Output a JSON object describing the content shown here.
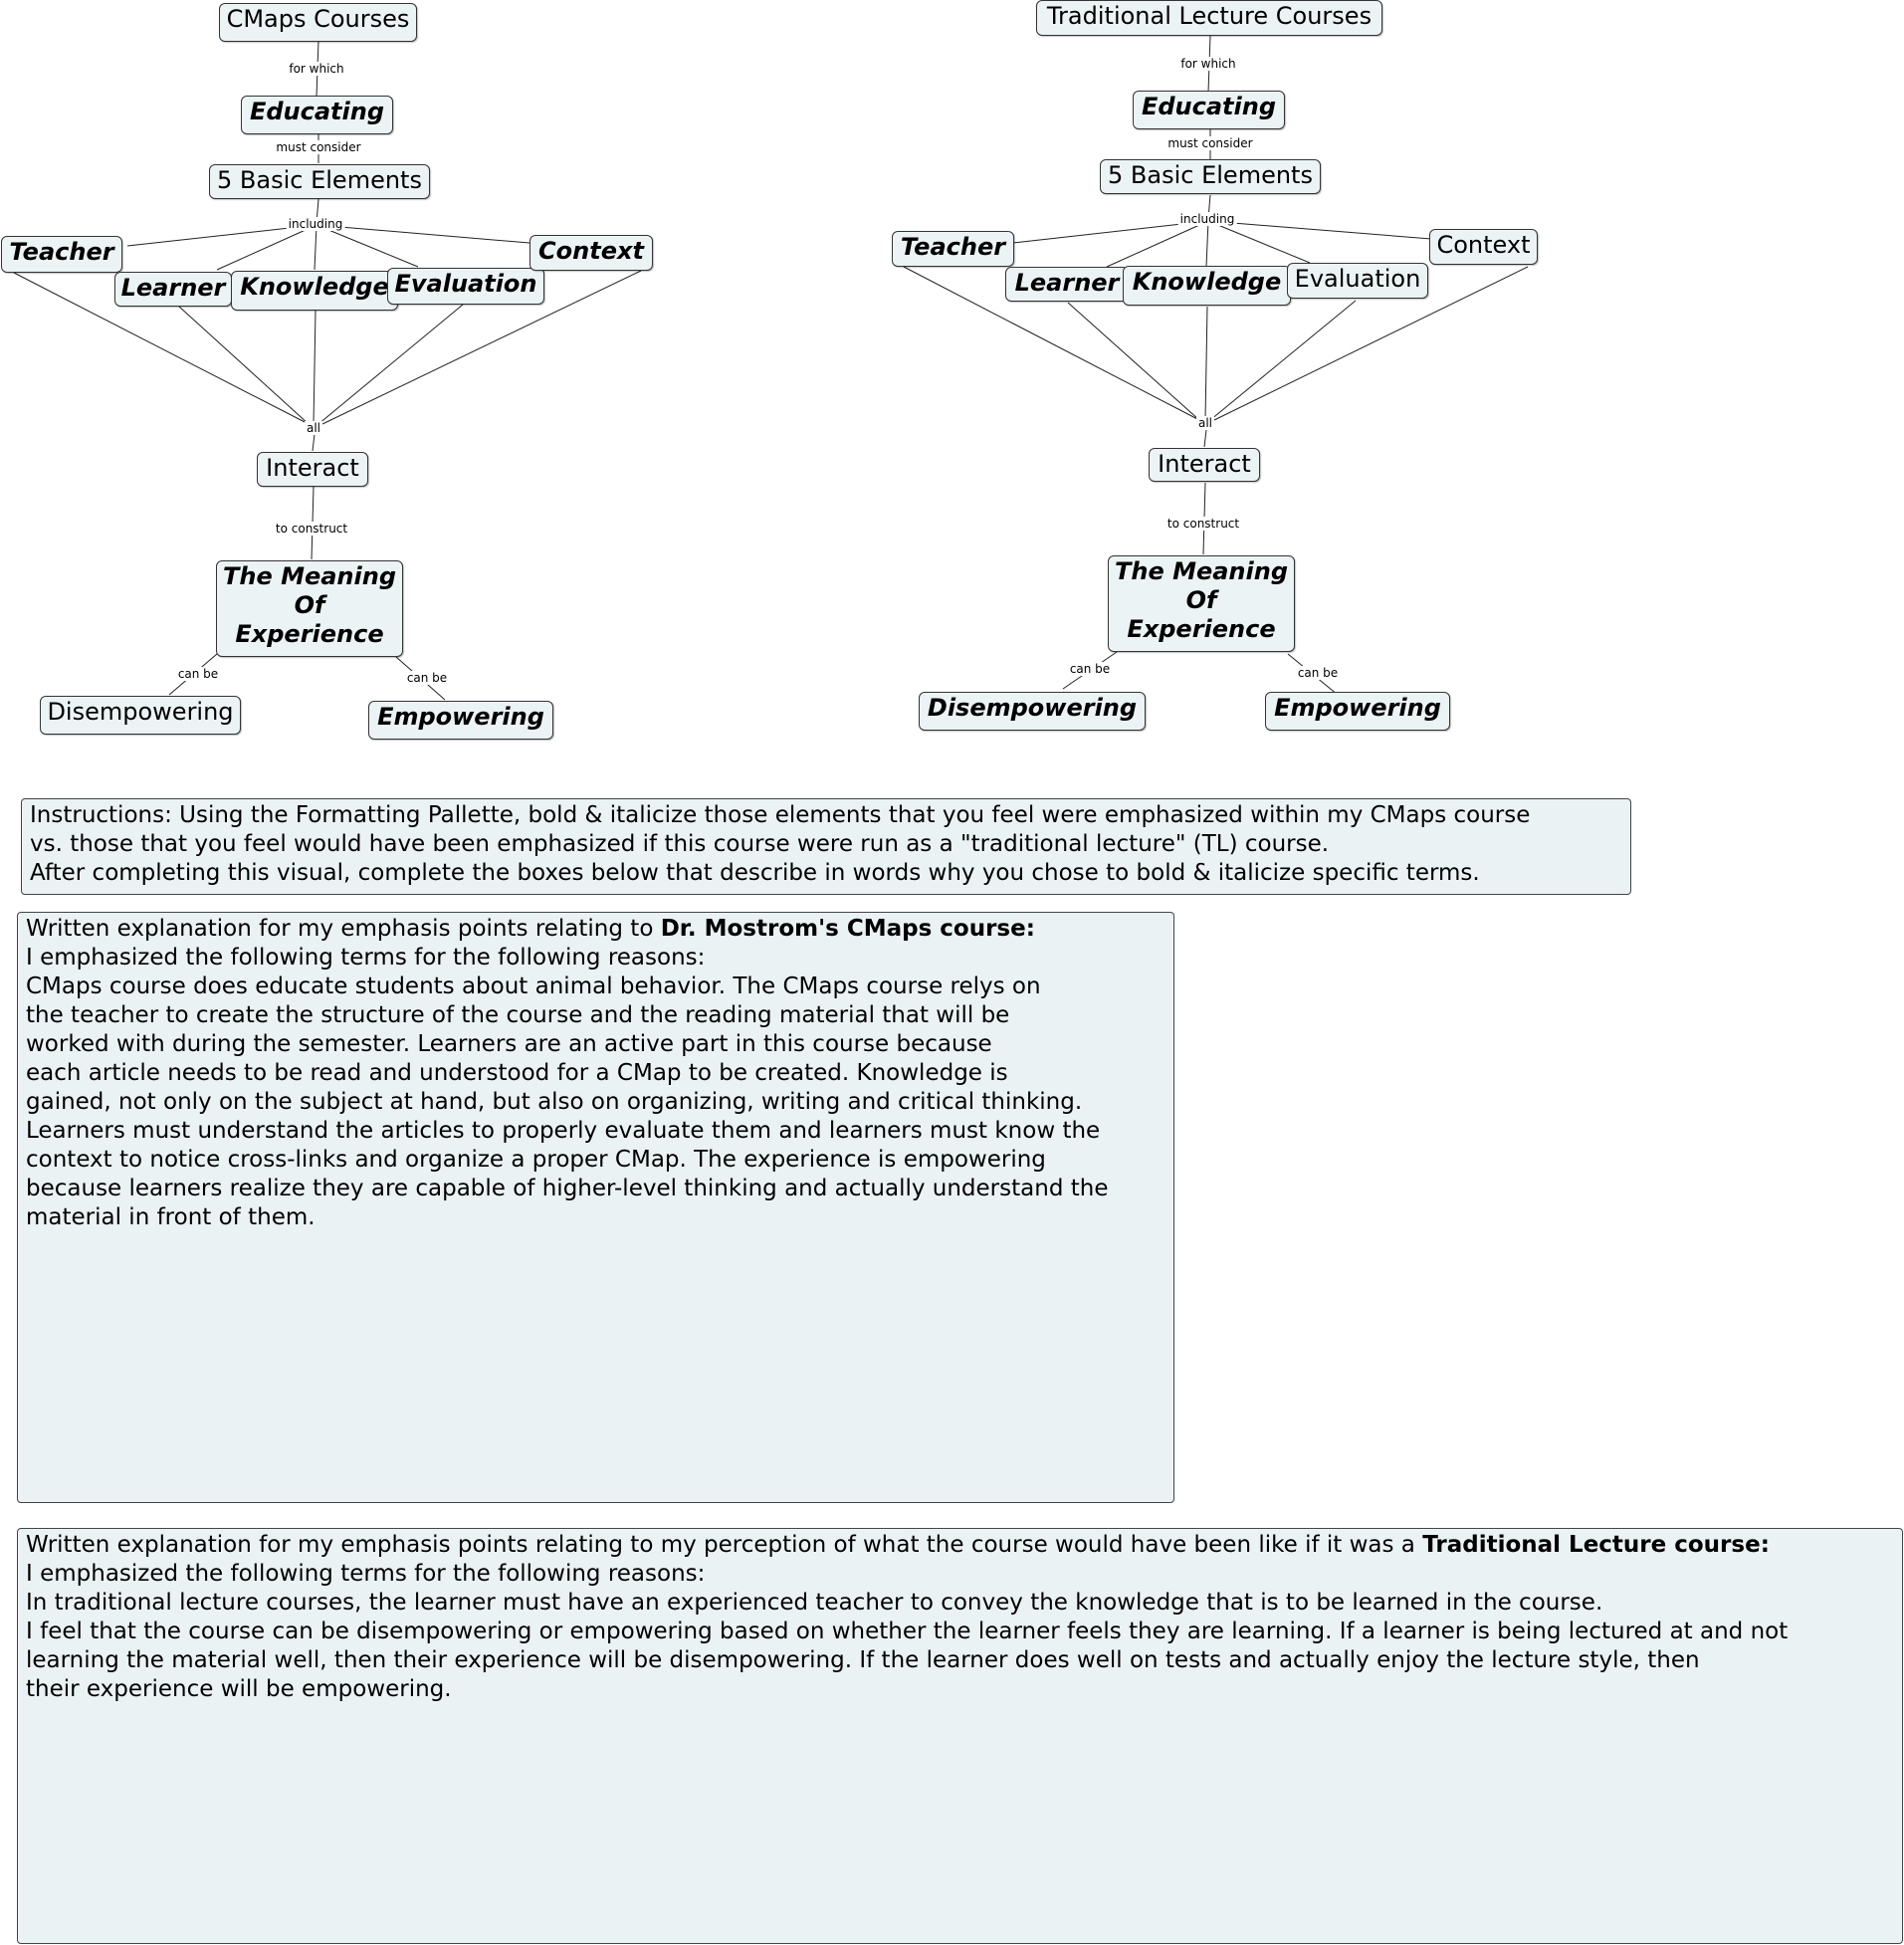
{
  "left_map": {
    "nodes": {
      "courses": "CMaps Courses",
      "educating": "Educating",
      "elements": "5 Basic Elements",
      "teacher": "Teacher",
      "learner": "Learner",
      "knowledge": "Knowledge",
      "evaluation": "Evaluation",
      "context": "Context",
      "interact": "Interact",
      "meaning": [
        "The Meaning",
        "Of",
        "Experience"
      ],
      "disempowering": "Disempowering",
      "empowering": "Empowering"
    },
    "links": {
      "for_which": "for which",
      "must_consider": "must consider",
      "including": "including",
      "all": "all",
      "to_construct": "to construct",
      "can_be_1": "can be",
      "can_be_2": "can be"
    }
  },
  "right_map": {
    "nodes": {
      "courses": "Traditional Lecture Courses",
      "educating": "Educating",
      "elements": "5 Basic Elements",
      "teacher": "Teacher",
      "learner": "Learner",
      "knowledge": "Knowledge",
      "evaluation": "Evaluation",
      "context": "Context",
      "interact": "Interact",
      "meaning": [
        "The Meaning",
        "Of",
        "Experience"
      ],
      "disempowering": "Disempowering",
      "empowering": "Empowering"
    },
    "links": {
      "for_which": "for which",
      "must_consider": "must consider",
      "including": "including",
      "all": "all",
      "to_construct": "to construct",
      "can_be_1": "can be",
      "can_be_2": "can be"
    }
  },
  "instructions": {
    "lines": [
      "Instructions:  Using the Formatting Pallette, bold & italicize those elements that you feel were emphasized within my CMaps course",
      "vs. those that you feel would have been emphasized if this course were run as a \"traditional lecture\" (TL) course.",
      "After completing this visual, complete the boxes below that describe in words why you chose to bold & italicize specific terms."
    ]
  },
  "cmaps_explanation": {
    "heading_prefix": "Written explanation for my emphasis points relating to ",
    "heading_bold": "Dr. Mostrom's CMaps course:",
    "lines": [
      "I emphasized the following terms for the following reasons:",
      "CMaps course does educate students about animal behavior. The CMaps course relys on",
      "the teacher to create the structure of the course and the reading material that will be",
      "worked with during the semester.  Learners are an active part in this course because",
      "each article needs to be read and understood for a CMap to be created. Knowledge is",
      "gained, not only on the subject at hand, but also on organizing, writing and critical thinking.",
      "Learners must understand the articles to properly evaluate them and learners must know the",
      "context to notice cross-links and organize a proper CMap.  The experience is empowering",
      "because learners realize they are capable of higher-level thinking and actually understand the",
      "material in front of them."
    ]
  },
  "tl_explanation": {
    "heading_prefix": "Written explanation for my emphasis points relating to my perception of what the course would have been like if it was a ",
    "heading_bold": "Traditional Lecture course:",
    "lines": [
      "I emphasized the following terms for the following reasons:",
      "In traditional lecture courses, the learner must have an experienced teacher to convey the knowledge that is to be learned in the course.",
      "I feel that the course can be disempowering or empowering based on whether the learner feels they are learning.  If a learner is being lectured at and not",
      "learning the material well, then their experience will be disempowering.  If the learner does well on tests and actually enjoy the lecture  style, then",
      "their experience will be empowering."
    ]
  },
  "colors": {
    "node_fill": "#ecf3f4",
    "box_fill": "#ebf2f3",
    "border": "#333333"
  }
}
